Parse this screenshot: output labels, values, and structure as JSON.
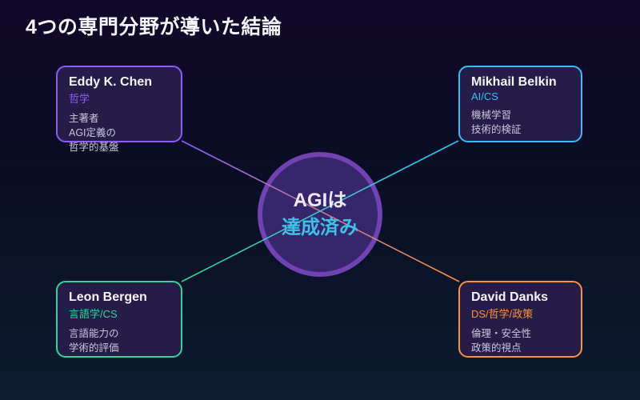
{
  "title": "4つの専門分野が導いた結論",
  "center": {
    "line1": "AGIは",
    "line2": "達成済み"
  },
  "colors": {
    "purple": "#8b5cf6",
    "cyan": "#38bdf8",
    "green": "#34d399",
    "orange": "#fb923c",
    "circle_fill": "#36266b",
    "circle_border": "#7142b2",
    "center_line2": "#3fc0e8"
  },
  "experts": [
    {
      "name": "Eddy K. Chen",
      "field": "哲学",
      "color": "#8b5cf6",
      "lines": [
        "主著者",
        "AGI定義の",
        "哲学的基盤"
      ]
    },
    {
      "name": "Mikhail Belkin",
      "field": "AI/CS",
      "color": "#38bdf8",
      "lines": [
        "機械学習",
        "技術的検証"
      ]
    },
    {
      "name": "Leon Bergen",
      "field": "言語学/CS",
      "color": "#34d399",
      "lines": [
        "言語能力の",
        "学術的評価"
      ]
    },
    {
      "name": "David Danks",
      "field": "DS/哲学/政策",
      "color": "#fb923c",
      "lines": [
        "倫理・安全性",
        "政策的視点"
      ]
    }
  ]
}
